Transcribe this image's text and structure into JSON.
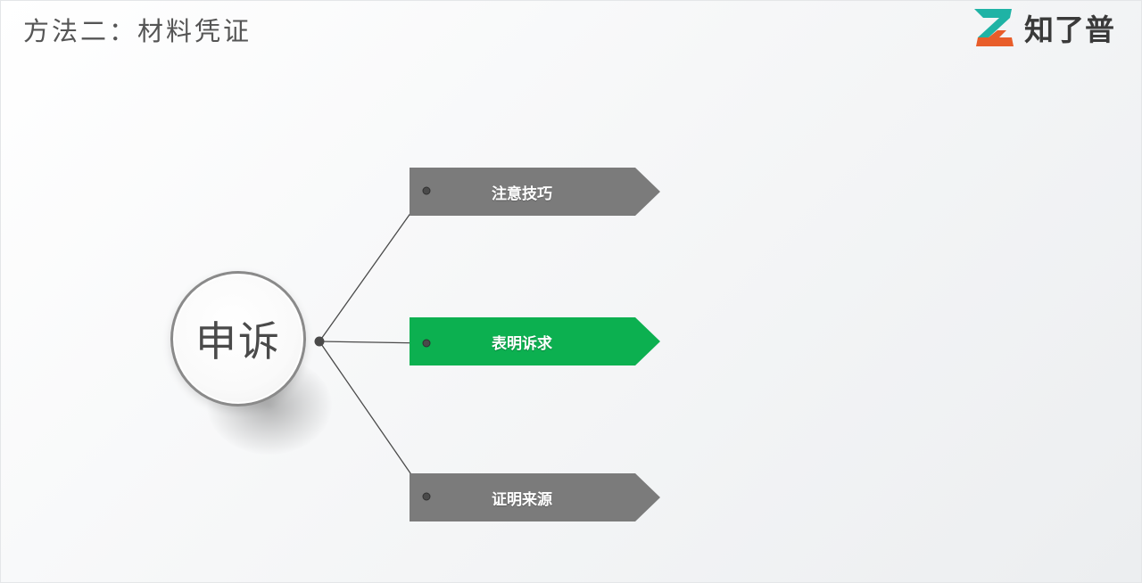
{
  "title": "方法二：材料凭证",
  "logo": {
    "text": "知了普",
    "icon": "z-logo-icon",
    "colors": [
      "#1fb3a5",
      "#e85d2a"
    ]
  },
  "diagram": {
    "center": "申诉",
    "branches": [
      {
        "label": "注意技巧",
        "color": "#7b7b7b"
      },
      {
        "label": "表明诉求",
        "color": "#0cb050"
      },
      {
        "label": "证明来源",
        "color": "#7b7b7b"
      }
    ]
  },
  "colors": {
    "connector": "#4a4a4a",
    "highlight": "#0cb050",
    "neutral": "#7b7b7b"
  }
}
